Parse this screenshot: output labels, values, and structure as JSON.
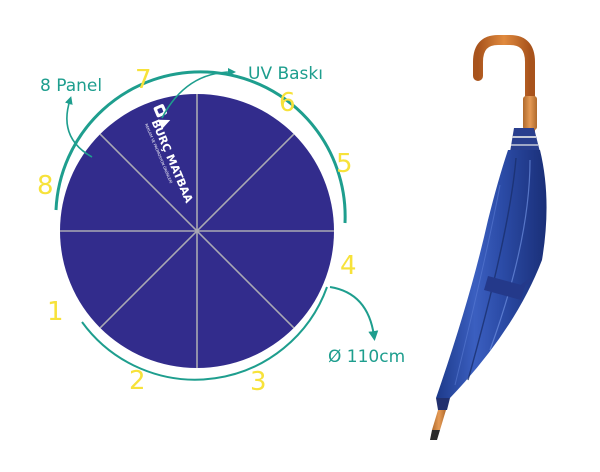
{
  "labels": {
    "panel_count": "8 Panel",
    "print_type": "UV Baskı",
    "diameter": "Ø 110cm"
  },
  "panel_numbers": [
    "1",
    "2",
    "3",
    "4",
    "5",
    "6",
    "7",
    "8"
  ],
  "logo": {
    "brand": "BURÇ MATBAA",
    "tagline": "REKLAM VE PROMOSYON ÜRÜNLERİ"
  },
  "colors": {
    "canopy": "#322c8c",
    "rib": "#a9a9b3",
    "accent": "#1e9e8e",
    "number": "#f7e23a",
    "handle": "#c8702a",
    "umbrella_blue": "#2e4fa8"
  },
  "icons": [
    "logo-mark-icon",
    "curved-arrow-icon"
  ]
}
